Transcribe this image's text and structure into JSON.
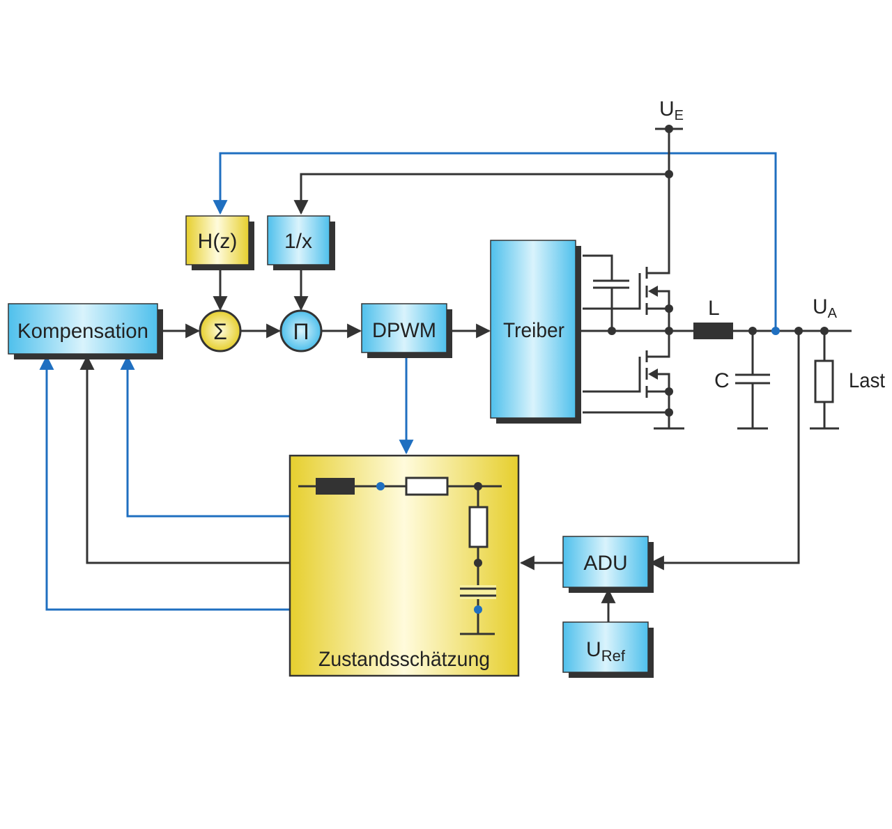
{
  "colors": {
    "wire": "#333333",
    "feedback_wire": "#1f6fc0",
    "block_blue": "#5ec8ef",
    "block_yellow": "#e8d437"
  },
  "blocks": {
    "kompensation": "Kompensation",
    "hz": "H(z)",
    "inverse": "1/x",
    "sum": "Σ",
    "product": "Π",
    "dpwm": "DPWM",
    "treiber": "Treiber",
    "zustand": "Zustandsschätzung",
    "adu": "ADU",
    "uref_main": "U",
    "uref_sub": "Ref"
  },
  "labels": {
    "ue_main": "U",
    "ue_sub": "E",
    "ua_main": "U",
    "ua_sub": "A",
    "inductor": "L",
    "capacitor": "C",
    "load": "Last"
  }
}
